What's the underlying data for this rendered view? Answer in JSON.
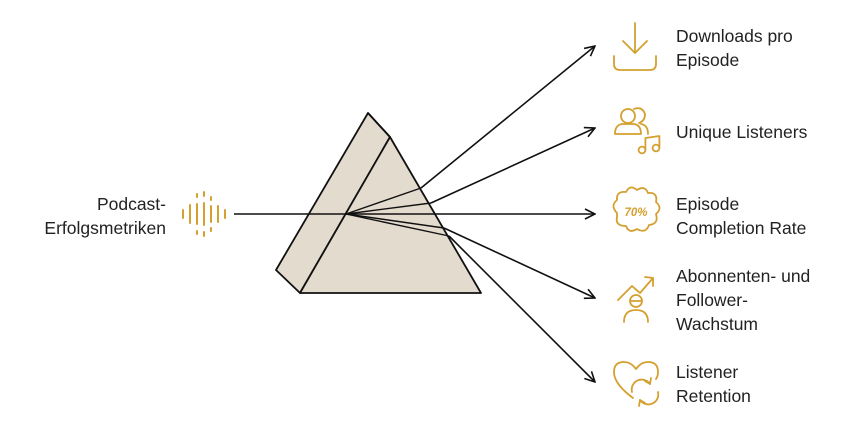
{
  "colors": {
    "accent": "#D4A030",
    "prism_fill": "#E4DBCF",
    "line": "#111111",
    "text": "#222222"
  },
  "source": {
    "label_lines": [
      "Podcast-",
      "Erfolgsmetriken"
    ],
    "icon": "audio-wave-icon"
  },
  "metrics": [
    {
      "label_lines": [
        "Downloads pro",
        "Episode"
      ],
      "icon": "download-icon"
    },
    {
      "label_lines": [
        "Unique Listeners"
      ],
      "icon": "listeners-music-icon"
    },
    {
      "label_lines": [
        "Episode",
        "Completion Rate"
      ],
      "icon": "completion-badge-icon",
      "badge_text": "70%"
    },
    {
      "label_lines": [
        "Abonnenten- und",
        "Follower-",
        "Wachstum"
      ],
      "icon": "growth-person-icon"
    },
    {
      "label_lines": [
        "Listener",
        "Retention"
      ],
      "icon": "heart-refresh-icon"
    }
  ]
}
